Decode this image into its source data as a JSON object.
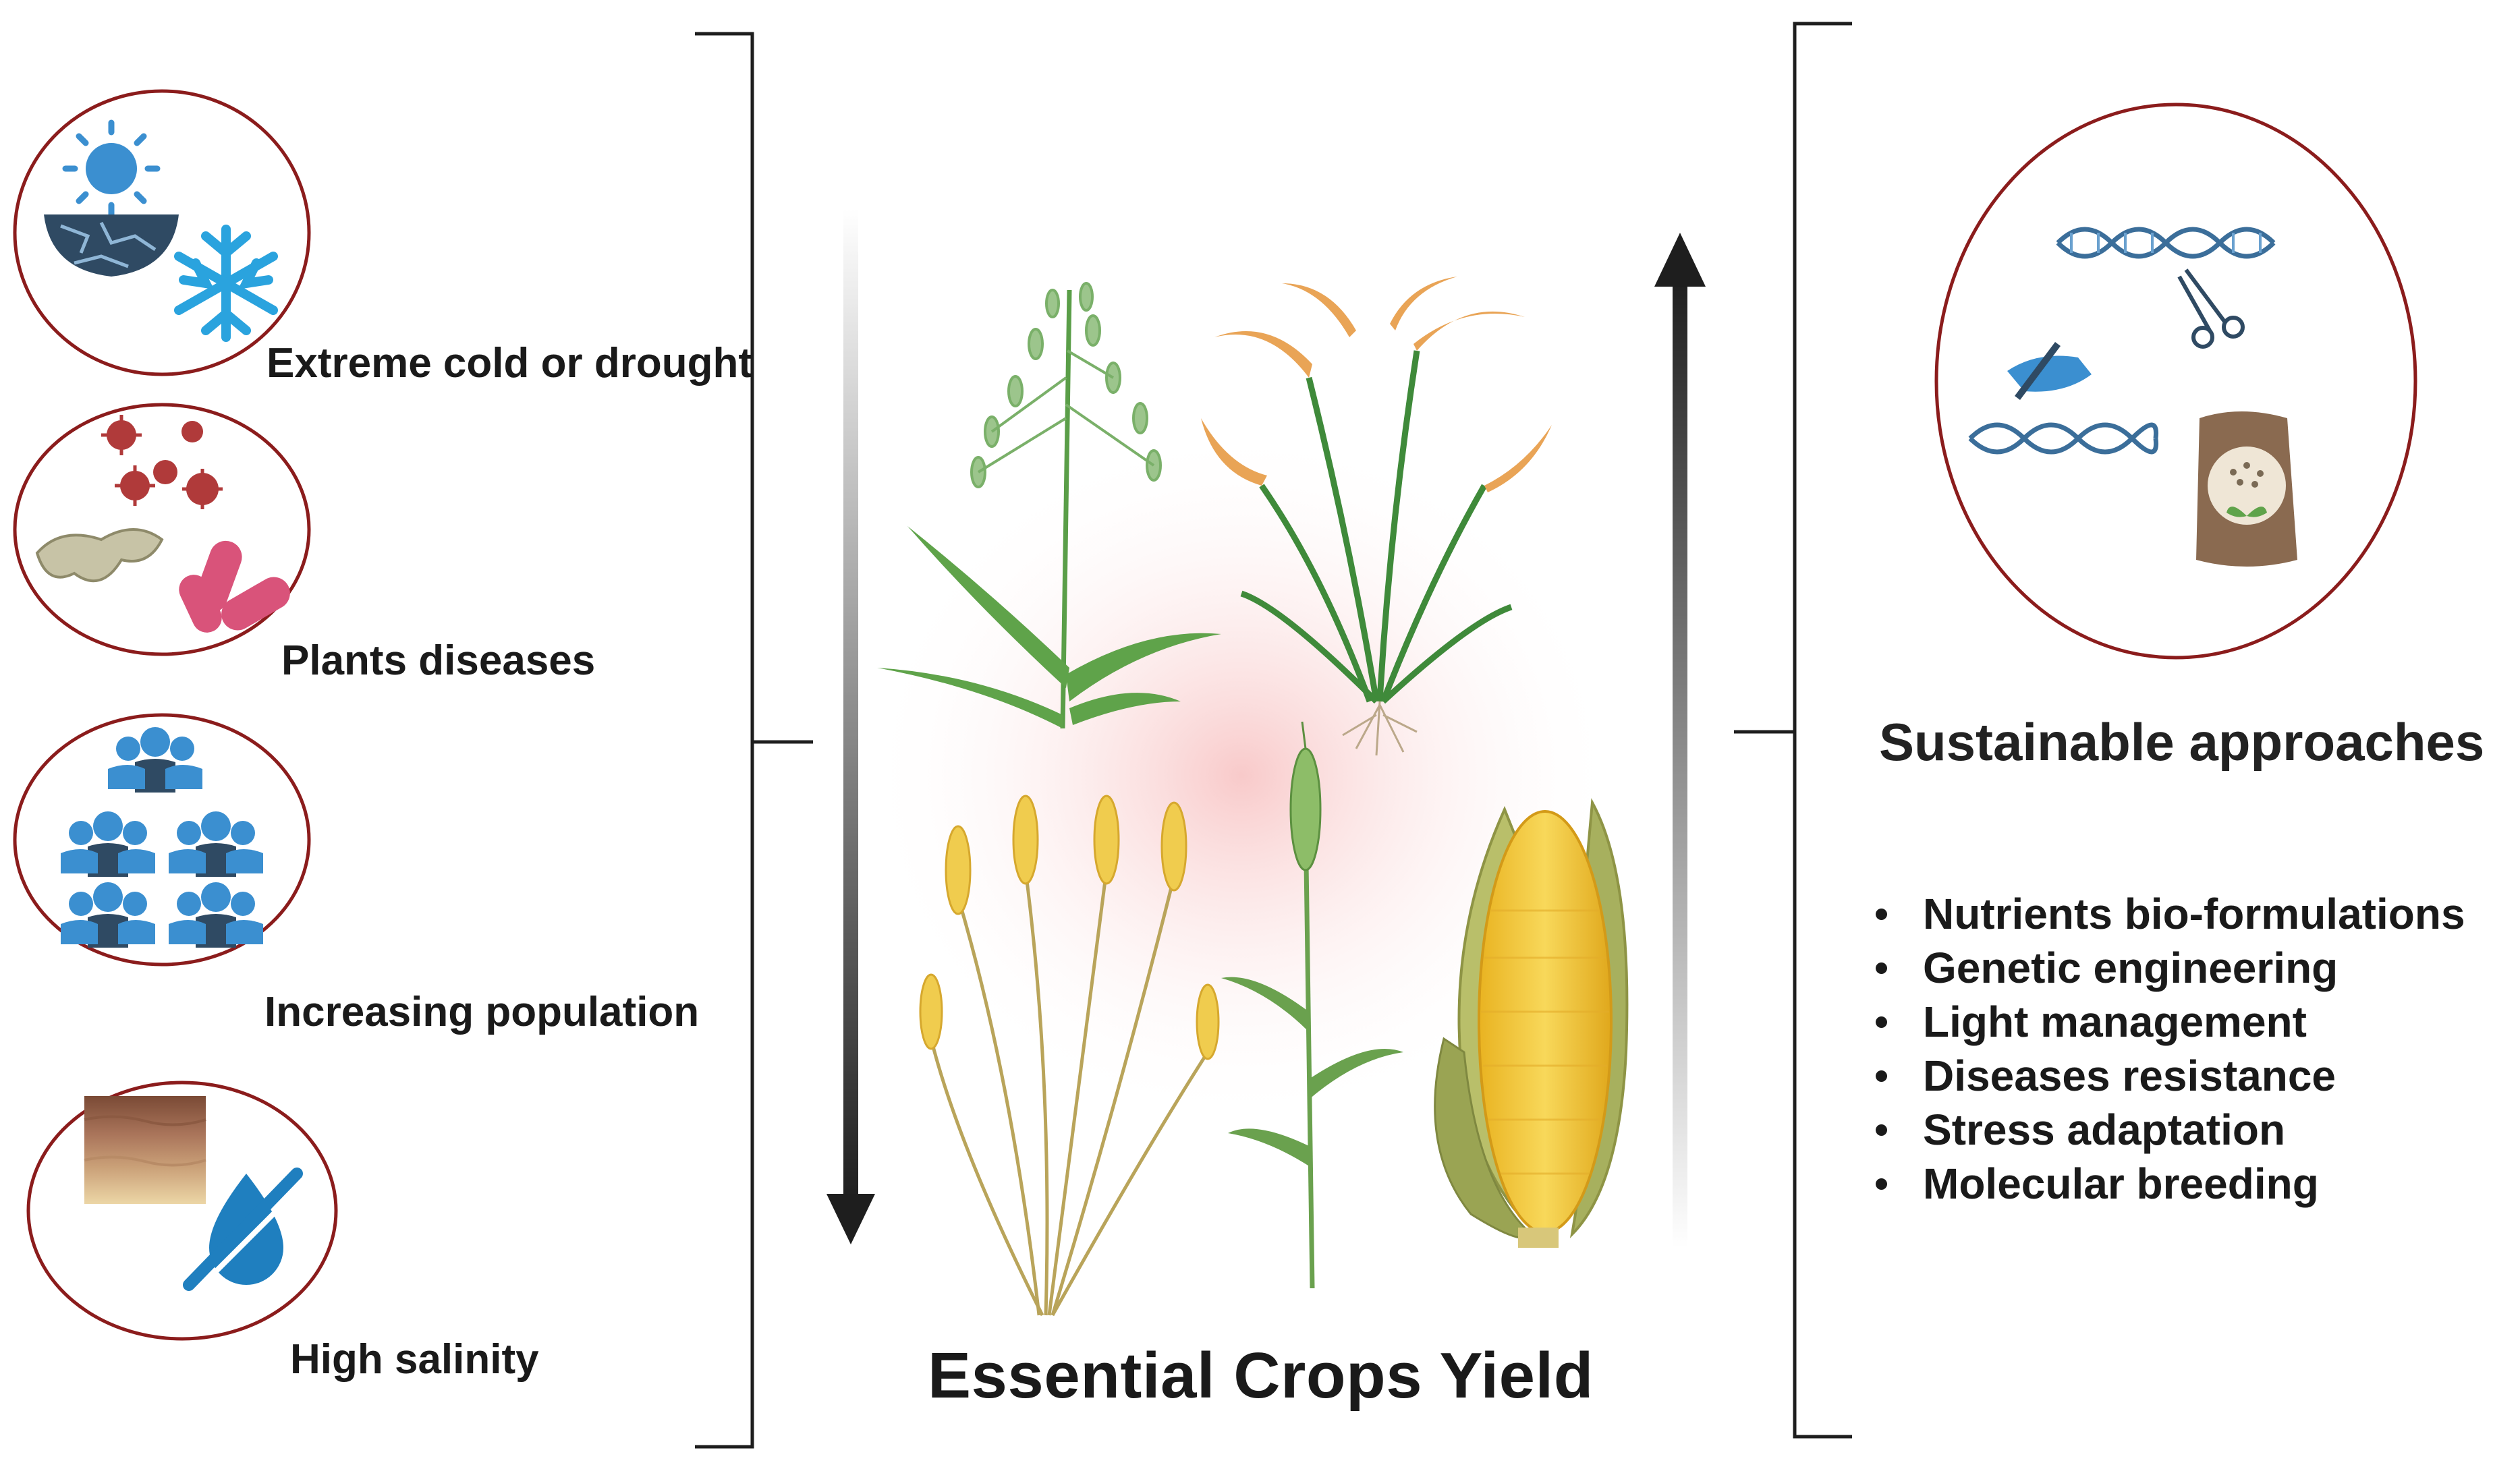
{
  "stresses": [
    {
      "label": "Extreme cold or drought",
      "icon": "sun-snowflake-icon"
    },
    {
      "label": "Plants diseases",
      "icon": "pathogen-icon"
    },
    {
      "label": "Increasing population",
      "icon": "people-icon"
    },
    {
      "label": "High salinity",
      "icon": "soil-no-water-icon"
    }
  ],
  "center": {
    "title": "Essential Crops Yield",
    "down_arrow": "decrease",
    "up_arrow": "increase"
  },
  "approaches": {
    "title": "Sustainable approaches",
    "items": [
      "Nutrients bio-formulations",
      "Genetic engineering",
      "Light management",
      "Diseases resistance",
      "Stress adaptation",
      "Molecular breeding"
    ]
  },
  "colors": {
    "circle_border": "#8b1c1c",
    "icon_blue": "#3b8fd0",
    "icon_dark": "#2f4a63",
    "pathogen_red": "#b03a3a",
    "grain_gold": "#e0a94a",
    "leaf_green": "#4f8f3a",
    "corn_yellow": "#f2c737"
  }
}
